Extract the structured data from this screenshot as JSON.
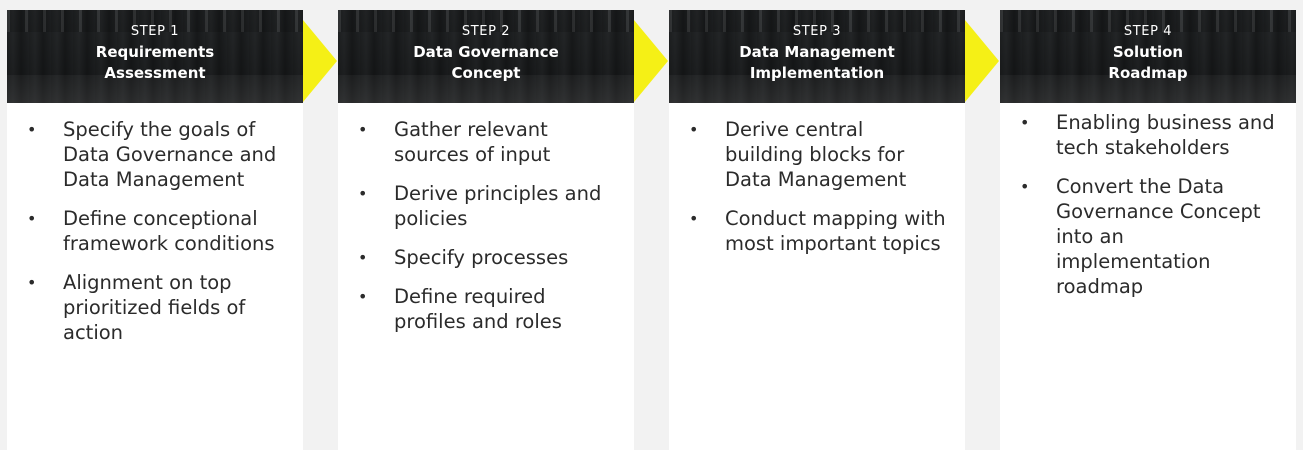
{
  "steps": [
    {
      "label": "STEP 1",
      "title_lines": [
        "Requirements",
        "Assessment"
      ],
      "bullets": [
        "Specify the goals of Data Governance and Data Management",
        "Define conceptional framework conditions",
        "Alignment on top prioritized fields of action"
      ]
    },
    {
      "label": "STEP 2",
      "title_lines": [
        "Data Governance",
        "Concept"
      ],
      "bullets": [
        "Gather relevant sources of input",
        "Derive principles and policies",
        "Specify processes",
        "Define required profiles and roles"
      ]
    },
    {
      "label": "STEP 3",
      "title_lines": [
        "Data Management",
        "Implementation"
      ],
      "bullets": [
        "Derive central building blocks for Data Management",
        "Conduct mapping with most important topics"
      ]
    },
    {
      "label": "STEP 4",
      "title_lines": [
        "Solution",
        "Roadmap"
      ],
      "bullets": [
        "Enabling business and tech stakeholders",
        "Convert the Data Governance Concept into an implementation roadmap"
      ]
    }
  ],
  "colors": {
    "arrow": "#f5f016",
    "background": "#f2f2f2",
    "card": "#ffffff",
    "text": "#2b2b2b"
  }
}
